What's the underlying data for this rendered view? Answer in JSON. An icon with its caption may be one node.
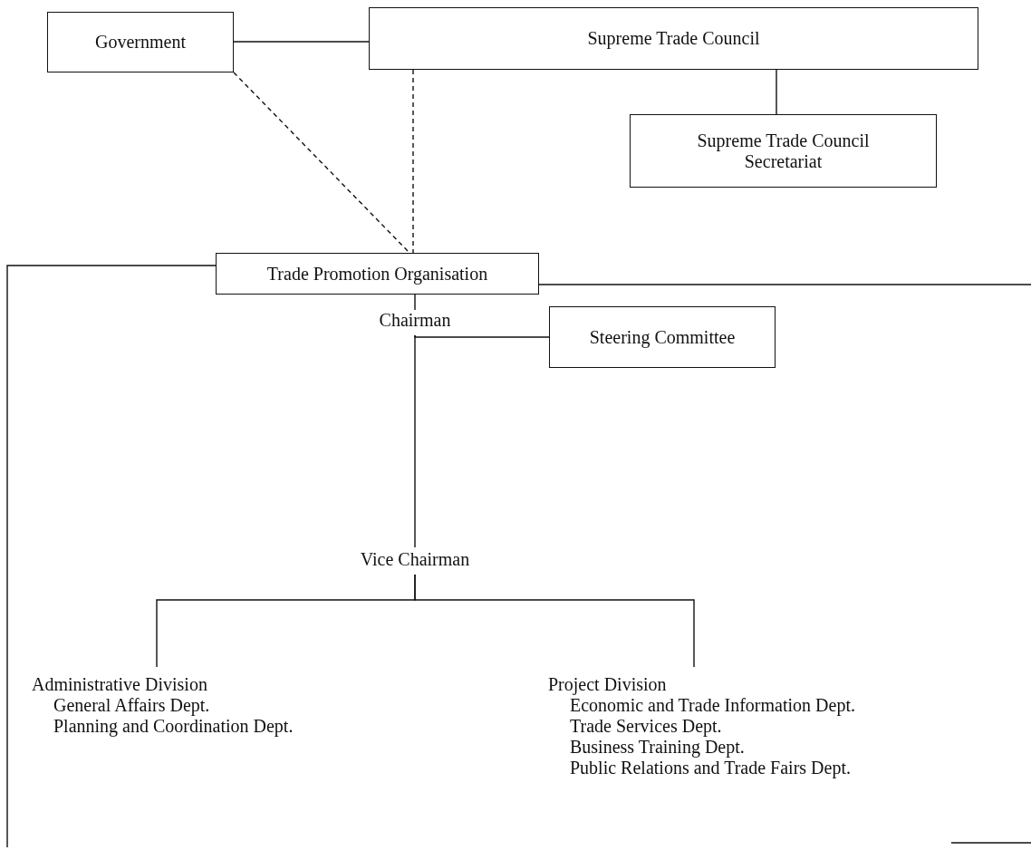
{
  "diagram": {
    "nodes": [
      {
        "text": [
          "Government"
        ]
      },
      {
        "text": [
          "Supreme Trade Council"
        ]
      },
      {
        "text": [
          "Supreme Trade Council Secretariat"
        ]
      },
      {
        "text": [
          "Trade Promotion Organisation"
        ]
      },
      {
        "text": [
          "Chairman"
        ]
      },
      {
        "text": [
          "Steering Committee"
        ]
      },
      {
        "text": [
          "Vice Chairman"
        ]
      },
      {
        "text": [
          "Administrative Division",
          "General Affairs Dept.",
          "Planning and Coordination Dept."
        ]
      },
      {
        "text": [
          "Project Division",
          "Economic and Trade Information Dept.",
          "Trade Services Dept.",
          "Business Training Dept.",
          "Public Relations and Trade Fairs Dept."
        ]
      }
    ],
    "edges": [
      {
        "from": 0,
        "to": 1,
        "arrow": "none"
      },
      {
        "from": 0,
        "to": 3,
        "arrow": "none",
        "style": "dashed"
      },
      {
        "from": 1,
        "to": 3,
        "arrow": "none",
        "style": "dashed"
      },
      {
        "from": 1,
        "to": 2,
        "arrow": "none"
      },
      {
        "from": 3,
        "to": 4,
        "arrow": "none"
      },
      {
        "from": 4,
        "to": 6,
        "arrow": "none"
      },
      {
        "from": 4,
        "to": 5,
        "arrow": "none"
      },
      {
        "from": 6,
        "to": 7,
        "arrow": "none"
      },
      {
        "from": 6,
        "to": 8,
        "arrow": "none"
      },
      {
        "from": 3,
        "to": null,
        "arrow": "none"
      },
      {
        "from": 3,
        "to": null,
        "arrow": "none"
      }
    ]
  }
}
